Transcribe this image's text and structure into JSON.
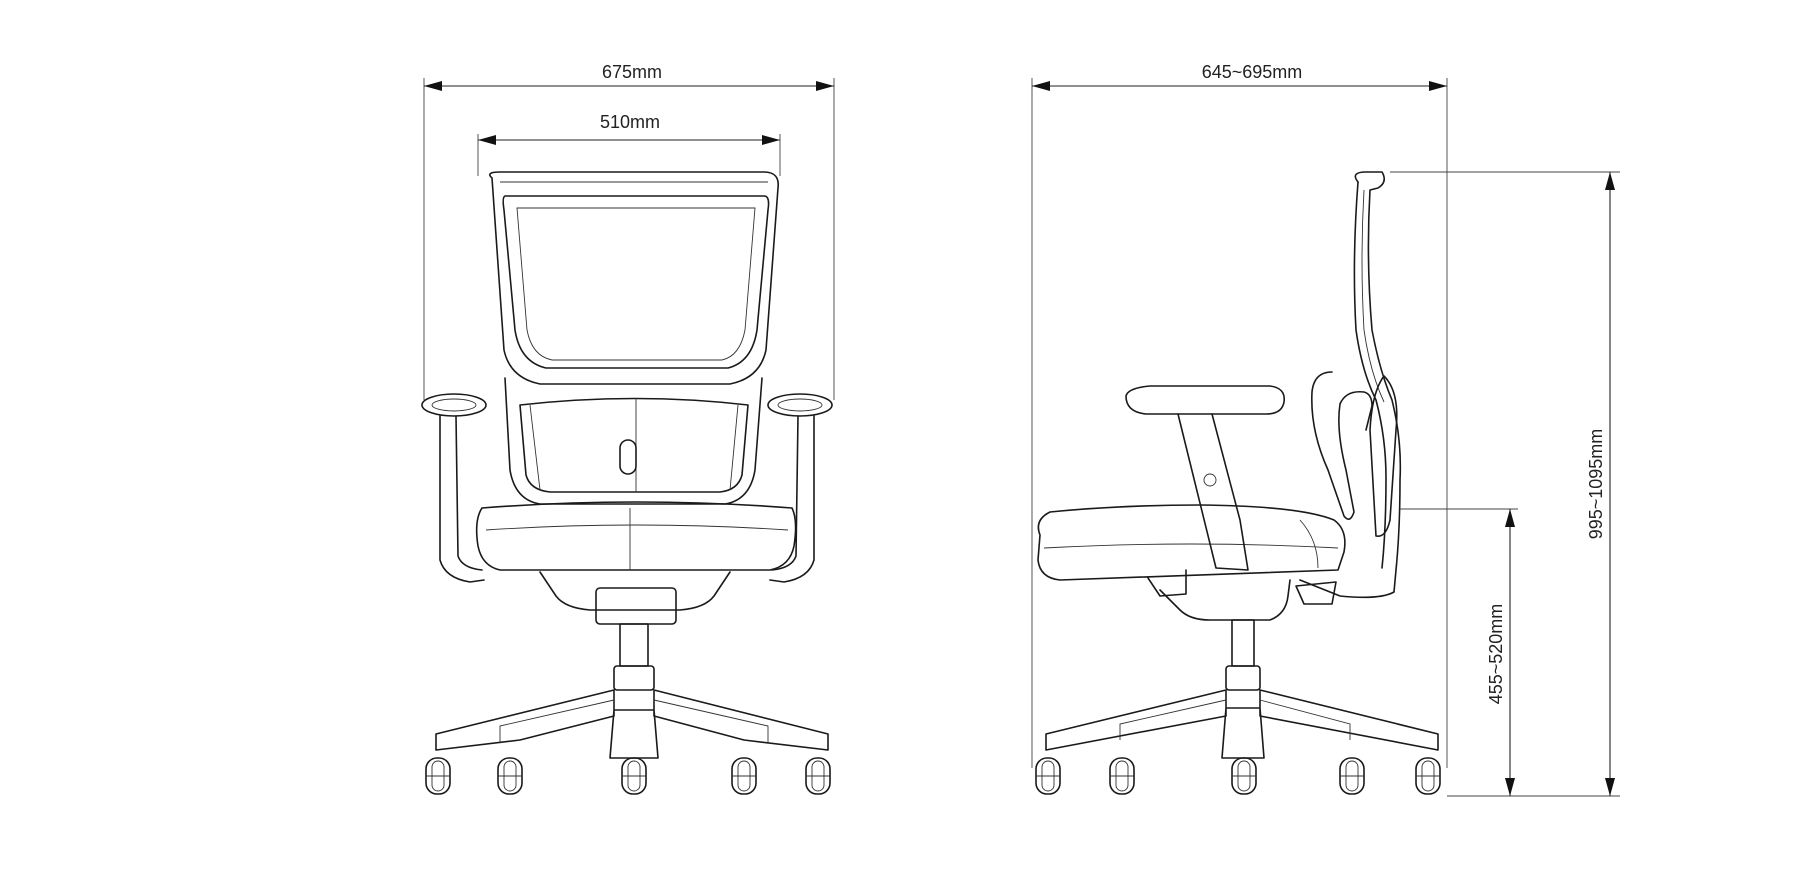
{
  "dimensions": {
    "overall_width": "675mm",
    "backrest_width": "510mm",
    "overall_depth": "645~695mm",
    "overall_height": "995~1095mm",
    "seat_height": "455~520mm"
  },
  "colors": {
    "line": "#1a1a1a",
    "background": "#ffffff"
  }
}
